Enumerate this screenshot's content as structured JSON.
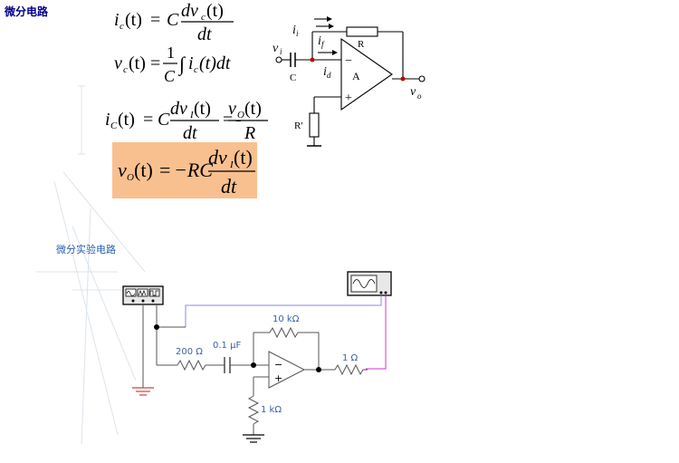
{
  "title": "微分电路",
  "subtitle": "微分实验电路",
  "colors": {
    "highlight_box": "#F9C08F",
    "title": "#00008B",
    "node_red": "#C00000",
    "probe_blue": "#8B8BE0",
    "probe_magenta": "#CC33CC",
    "ground_red": "#D04040",
    "value_label": "#3a5fa8"
  },
  "formulas": {
    "f1": {
      "lhs": "i",
      "lhs_sub": "c",
      "arg": "(t)",
      "eq": "=",
      "coef": "C",
      "num": "dv",
      "num_sub": "c",
      "num_arg": "(t)",
      "den": "dt"
    },
    "f2": {
      "lhs": "v",
      "lhs_sub": "c",
      "arg": "(t)",
      "eq": "=",
      "frac_num": "1",
      "frac_den": "C",
      "integral": "∫",
      "integrand": "i",
      "integrand_sub": "c",
      "integrand_arg": "(t)dt"
    },
    "f3": {
      "lhs": "i",
      "lhs_sub": "C",
      "arg": "(t)",
      "eq": "=",
      "coef": "C",
      "num": "dv",
      "num_sub": "I",
      "num_arg": "(t)",
      "den": "dt",
      "eq2": "=",
      "neg": "-",
      "num2": "v",
      "num2_sub": "O",
      "num2_arg": "(t)",
      "den2": "R"
    },
    "f4": {
      "lhs": "v",
      "lhs_sub": "O",
      "arg": "(t)",
      "eq": "=",
      "neg_coef": "−RC",
      "num": "dv",
      "num_sub": "I",
      "num_arg": "(t)",
      "den": "dt"
    }
  },
  "schematic": {
    "vi": "v",
    "vi_sub": "i",
    "ii": "i",
    "ii_sub": "i",
    "if": "i",
    "if_sub": "f",
    "id": "i",
    "id_sub": "d",
    "c": "C",
    "r": "R",
    "a": "A",
    "minus": "−",
    "plus": "+",
    "r_prime": "R'",
    "vo": "v",
    "vo_sub": "o"
  },
  "experiment": {
    "r_in": "200 Ω",
    "cap": "0.1 µF",
    "r_fb": "10 kΩ",
    "r_out": "1 Ω",
    "r_gnd": "1 kΩ",
    "minus": "−",
    "plus": "+"
  }
}
